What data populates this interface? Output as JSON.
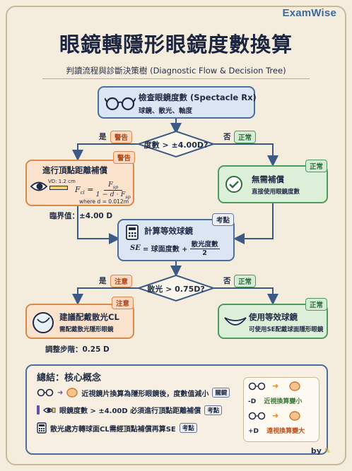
{
  "brand": "ExamWise",
  "title": "眼鏡轉隱形眼鏡度數換算",
  "subtitle": "判讀流程與診斷決策樹 (Diagnostic Flow & Decision Tree)",
  "start": {
    "title": "檢查眼鏡度數 (Spectacle Rx)",
    "sub": "球鏡、散光、軸度"
  },
  "decision1": {
    "text": "度數 > ±4.00D?",
    "yes": "是",
    "yes_tag": "警告",
    "no": "否",
    "no_tag": "正常"
  },
  "vertex": {
    "tag": "警告",
    "title": "進行頂點距離補償",
    "vd": "VD: 1.2 cm",
    "formula_lhs": "F",
    "formula_sub": "cl",
    "numer": "F",
    "numer_sub": "sp",
    "denom": "1 − d · F",
    "denom_sub": "sp",
    "where": "where d = 0.012m",
    "threshold": "臨界值：±4.00 D"
  },
  "no_comp": {
    "tag": "正常",
    "title": "無需補償",
    "sub": "直接使用眼鏡度數"
  },
  "se": {
    "tag": "考點",
    "title": "計算等效球鏡",
    "lhs": "SE",
    "eq": "= 球面度數 +",
    "numer": "散光度數",
    "denom": "2"
  },
  "decision2": {
    "text": "散光 > 0.75D?",
    "yes": "是",
    "yes_tag": "注意",
    "no": "否",
    "no_tag": "正常"
  },
  "toric": {
    "tag": "注意",
    "title": "建議配戴散光CL",
    "sub": "需配戴散光隱形眼鏡",
    "step": "調整步階：0.25 D"
  },
  "sphere": {
    "tag": "正常",
    "title": "使用等效球鏡",
    "sub": "可使用SE配戴球面隱形眼鏡"
  },
  "summary": {
    "title": "總結：核心概念",
    "rows": [
      {
        "text": "近視鏡片換算為隱形眼鏡後，度數值減小",
        "tag": "關鍵"
      },
      {
        "text": "眼鏡度數 > ±4.00D 必須進行頂點距離補償",
        "tag": "考點"
      },
      {
        "text": "散光處方轉球面CL需經頂點補償再算SE",
        "tag": "考點"
      }
    ],
    "legend": [
      {
        "sign": "-D",
        "text": "近視換算變小",
        "color": "#3a7a3a"
      },
      {
        "sign": "+D",
        "text": "遠視換算變大",
        "color": "#c0531c"
      }
    ]
  },
  "by": "by"
}
